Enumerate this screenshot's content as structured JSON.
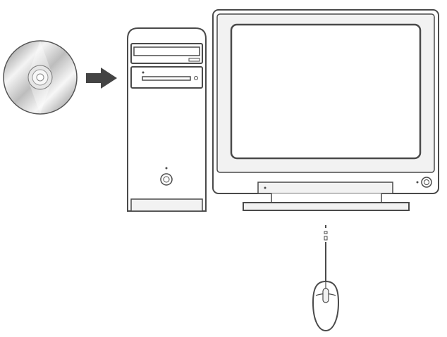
{
  "illustration": {
    "items": [
      {
        "id": "cd",
        "icon": "cd-disc-icon"
      },
      {
        "id": "arrow",
        "icon": "arrow-right-icon"
      },
      {
        "id": "tower",
        "icon": "desktop-tower-icon"
      },
      {
        "id": "monitor",
        "icon": "crt-monitor-icon"
      },
      {
        "id": "mouse",
        "icon": "mouse-icon"
      }
    ],
    "colors": {
      "outline": "#4a4a4a",
      "fill_light": "#f2f2f2",
      "fill_white": "#ffffff",
      "arrow": "#444444",
      "disc_dark": "#9a9a9a",
      "disc_light": "#f5f5f5"
    }
  }
}
